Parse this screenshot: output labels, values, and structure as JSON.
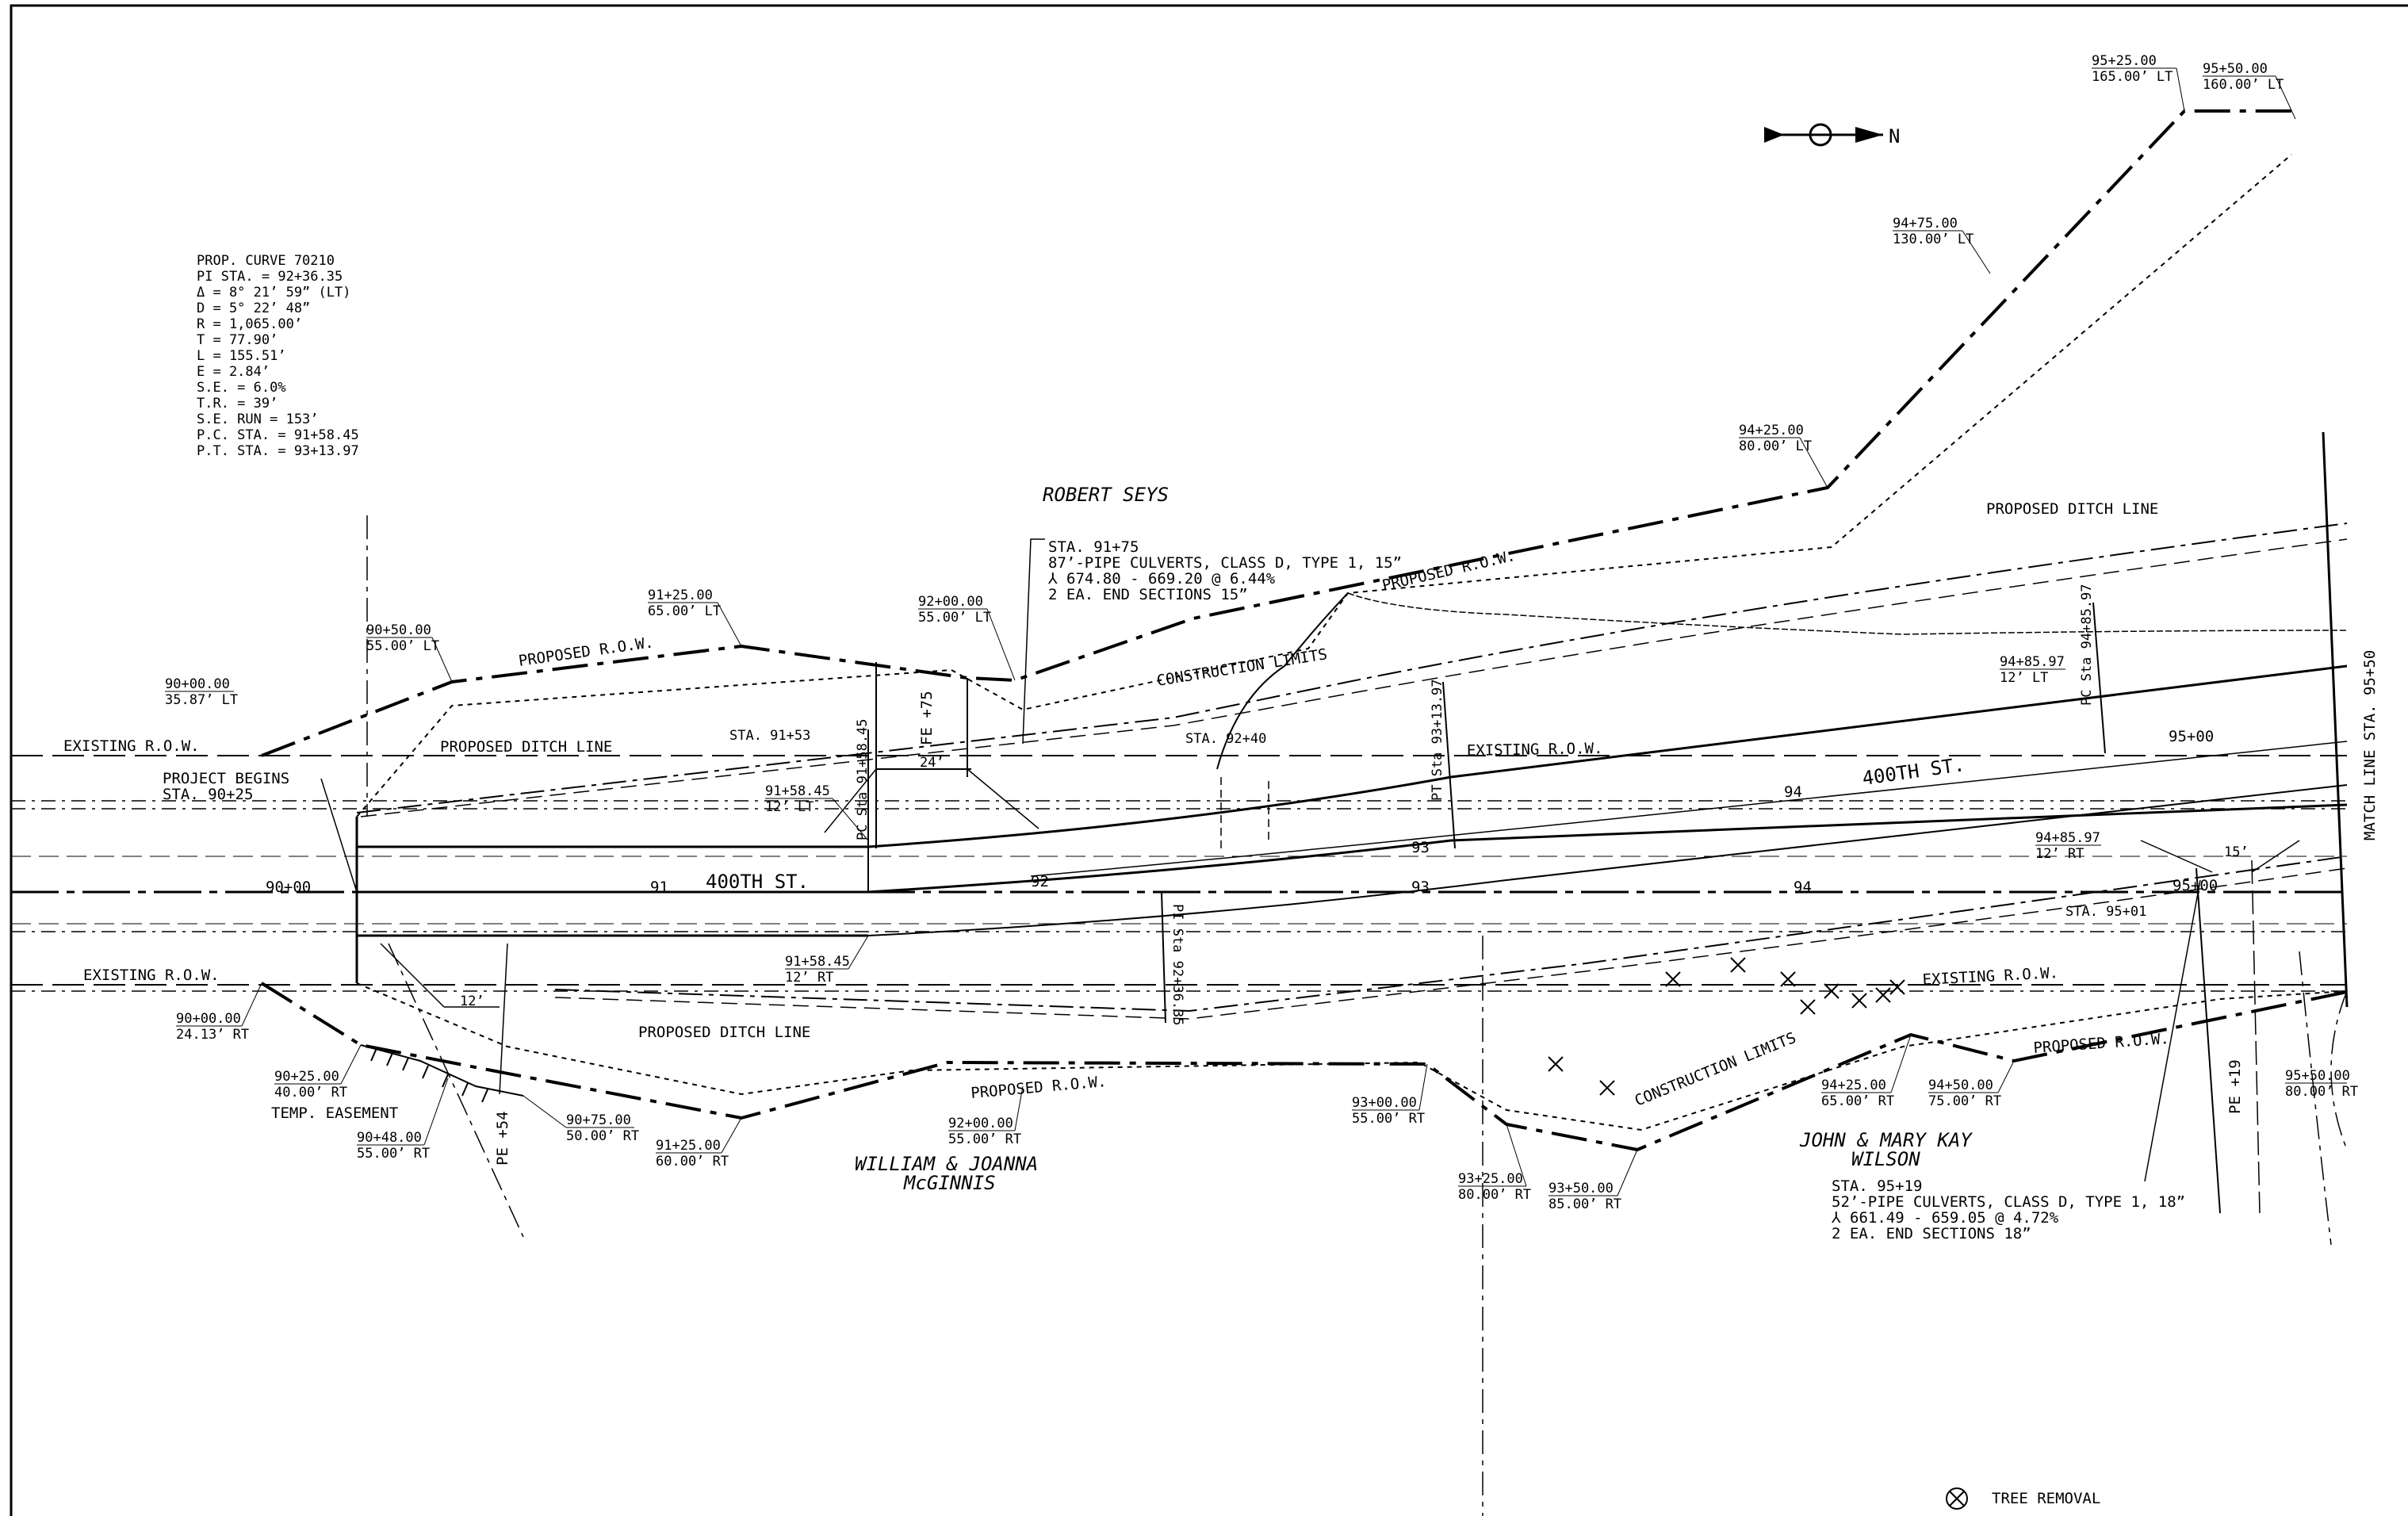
{
  "north_arrow": {
    "label": "N"
  },
  "curve": {
    "lines": [
      "PROP. CURVE 70210",
      "PI STA. = 92+36.35",
      "Δ = 8° 21’ 59” (LT)",
      "D = 5° 22’ 48”",
      "R = 1,065.00’",
      "T = 77.90’",
      "L = 155.51’",
      "E = 2.84’",
      "S.E. = 6.0%",
      "T.R. = 39’",
      "S.E. RUN = 153’",
      "P.C. STA. = 91+58.45",
      "P.T. STA. = 93+13.97"
    ]
  },
  "owners": {
    "north": "ROBERT SEYS",
    "south_1": "WILLIAM & JOANNA",
    "south_2": "McGINNIS",
    "east_1": "JOHN & MARY KAY",
    "east_2": "WILSON"
  },
  "labels": {
    "proposed_row": "PROPOSED R.O.W.",
    "existing_row": "EXISTING R.O.W.",
    "ditch_line": "PROPOSED DITCH LINE",
    "construction_limits": "CONSTRUCTION LIMITS",
    "road": "400TH ST.",
    "project_begins_1": "PROJECT BEGINS",
    "project_begins_2": "STA. 90+25",
    "temp_easement": "TEMP. EASEMENT",
    "match_line": "MATCH LINE STA. 95+50",
    "fe": "FE +75",
    "pe54": "PE +54",
    "pe19": "PE +19",
    "pc_sta": "PC Sta 91+58.45",
    "pt_sta": "PT Sta 93+13.97",
    "pi_sta": "PI Sta 92+36.35",
    "pc_sta2": "PC Sta 94+85.97",
    "sta_9153": "STA. 91+53",
    "sta_9240": "STA. 92+40",
    "sta_9501": "STA. 95+01",
    "dim_24": "24’",
    "dim_12": "12’",
    "dim_15": "15’"
  },
  "stations": {
    "s90": "90+00",
    "s91": "91",
    "s92": "92",
    "s93": "93",
    "s94": "94",
    "s95": "95+00",
    "s9500b": "95+00"
  },
  "culvert_north": [
    "STA. 91+75",
    "87’-PIPE CULVERTS, CLASS D, TYPE 1, 15”",
    "⅄ 674.80 - 669.20 @ 6.44%",
    "2 EA. END SECTIONS 15”"
  ],
  "culvert_south": [
    "STA. 95+19",
    "52’-PIPE CULVERTS, CLASS D, TYPE 1, 18”",
    "⅄ 661.49 - 659.05 @ 4.72%",
    "2 EA. END SECTIONS 18”"
  ],
  "callouts": [
    {
      "sta": "95+25.00",
      "off": "165.00’ LT"
    },
    {
      "sta": "95+50.00",
      "off": "160.00’ LT"
    },
    {
      "sta": "94+75.00",
      "off": "130.00’ LT"
    },
    {
      "sta": "94+25.00",
      "off": "80.00’ LT"
    },
    {
      "sta": "91+25.00",
      "off": "65.00’ LT"
    },
    {
      "sta": "92+00.00",
      "off": "55.00’ LT"
    },
    {
      "sta": "90+50.00",
      "off": "55.00’ LT"
    },
    {
      "sta": "90+00.00",
      "off": "35.87’ LT"
    },
    {
      "sta": "91+58.45",
      "off": "12’ LT"
    },
    {
      "sta": "94+85.97",
      "off": "12’ LT"
    },
    {
      "sta": "94+85.97",
      "off": "12’ RT"
    },
    {
      "sta": "91+58.45",
      "off": "12’ RT"
    },
    {
      "sta": "90+00.00",
      "off": "24.13’ RT"
    },
    {
      "sta": "90+25.00",
      "off": "40.00’ RT"
    },
    {
      "sta": "90+48.00",
      "off": "55.00’ RT"
    },
    {
      "sta": "90+75.00",
      "off": "50.00’ RT"
    },
    {
      "sta": "91+25.00",
      "off": "60.00’ RT"
    },
    {
      "sta": "92+00.00",
      "off": "55.00’ RT"
    },
    {
      "sta": "93+00.00",
      "off": "55.00’ RT"
    },
    {
      "sta": "93+25.00",
      "off": "80.00’ RT"
    },
    {
      "sta": "93+50.00",
      "off": "85.00’ RT"
    },
    {
      "sta": "94+25.00",
      "off": "65.00’ RT"
    },
    {
      "sta": "94+50.00",
      "off": "75.00’ RT"
    },
    {
      "sta": "95+50.00",
      "off": "80.00’ RT"
    }
  ],
  "legend": {
    "tree_removal": "TREE REMOVAL"
  }
}
